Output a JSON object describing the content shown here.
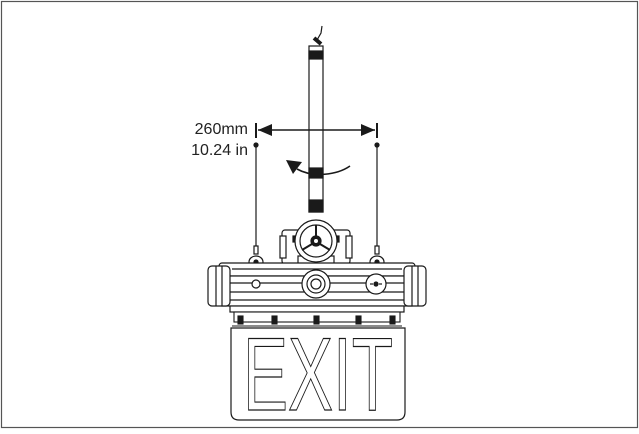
{
  "dimension": {
    "metric": "260mm",
    "imperial": "10.24 in"
  },
  "sign": {
    "text": "EXIT"
  },
  "colors": {
    "line": "#1a1a1a",
    "background": "#ffffff",
    "border": "#555555"
  }
}
